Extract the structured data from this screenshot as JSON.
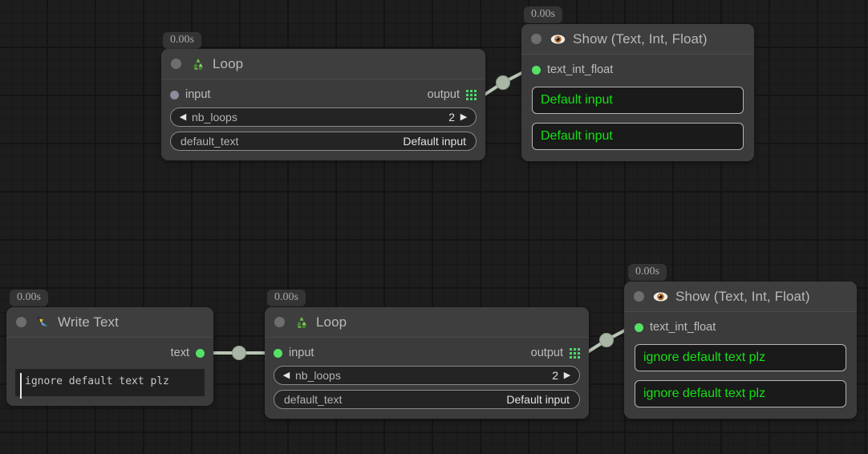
{
  "canvas": {
    "background_color": "#1d1d1d",
    "grid_minor_color": "#181818",
    "grid_major_color": "#141414",
    "accent_green": "#55e066",
    "value_green": "#14e014",
    "wire_color": "#b9c6b5"
  },
  "nodes": [
    {
      "id": "loop-top",
      "time_badge": "0.00s",
      "title": "Loop",
      "icon": "recycle-icon",
      "input_port": {
        "label": "input",
        "state": "disconnected"
      },
      "output_port": {
        "label": "output",
        "icon": "grid-icon"
      },
      "params": [
        {
          "name": "nb_loops",
          "value": "2",
          "type": "stepper",
          "dec": "◀",
          "inc": "▶"
        },
        {
          "name": "default_text",
          "value": "Default input",
          "type": "text"
        }
      ]
    },
    {
      "id": "show-top",
      "time_badge": "0.00s",
      "title": "Show (Text, Int, Float)",
      "icon": "eye-icon",
      "input_port": {
        "label": "text_int_float",
        "state": "connected"
      },
      "values": [
        "Default input",
        "Default input"
      ]
    },
    {
      "id": "write-text",
      "time_badge": "0.00s",
      "title": "Write Text",
      "icon": "pen-icon",
      "output_port": {
        "label": "text",
        "state": "connected"
      },
      "editor_text": "ignore default text plz"
    },
    {
      "id": "loop-bottom",
      "time_badge": "0.00s",
      "title": "Loop",
      "icon": "recycle-icon",
      "input_port": {
        "label": "input",
        "state": "connected"
      },
      "output_port": {
        "label": "output",
        "icon": "grid-icon"
      },
      "params": [
        {
          "name": "nb_loops",
          "value": "2",
          "type": "stepper",
          "dec": "◀",
          "inc": "▶"
        },
        {
          "name": "default_text",
          "value": "Default input",
          "type": "text"
        }
      ]
    },
    {
      "id": "show-bottom",
      "time_badge": "0.00s",
      "title": "Show (Text, Int, Float)",
      "icon": "eye-icon",
      "input_port": {
        "label": "text_int_float",
        "state": "connected"
      },
      "values": [
        "ignore default text plz",
        "ignore default text plz"
      ]
    }
  ],
  "connections": [
    {
      "from": "loop-top.output",
      "to": "show-top.text_int_float"
    },
    {
      "from": "write-text.text",
      "to": "loop-bottom.input"
    },
    {
      "from": "loop-bottom.output",
      "to": "show-bottom.text_int_float"
    }
  ]
}
